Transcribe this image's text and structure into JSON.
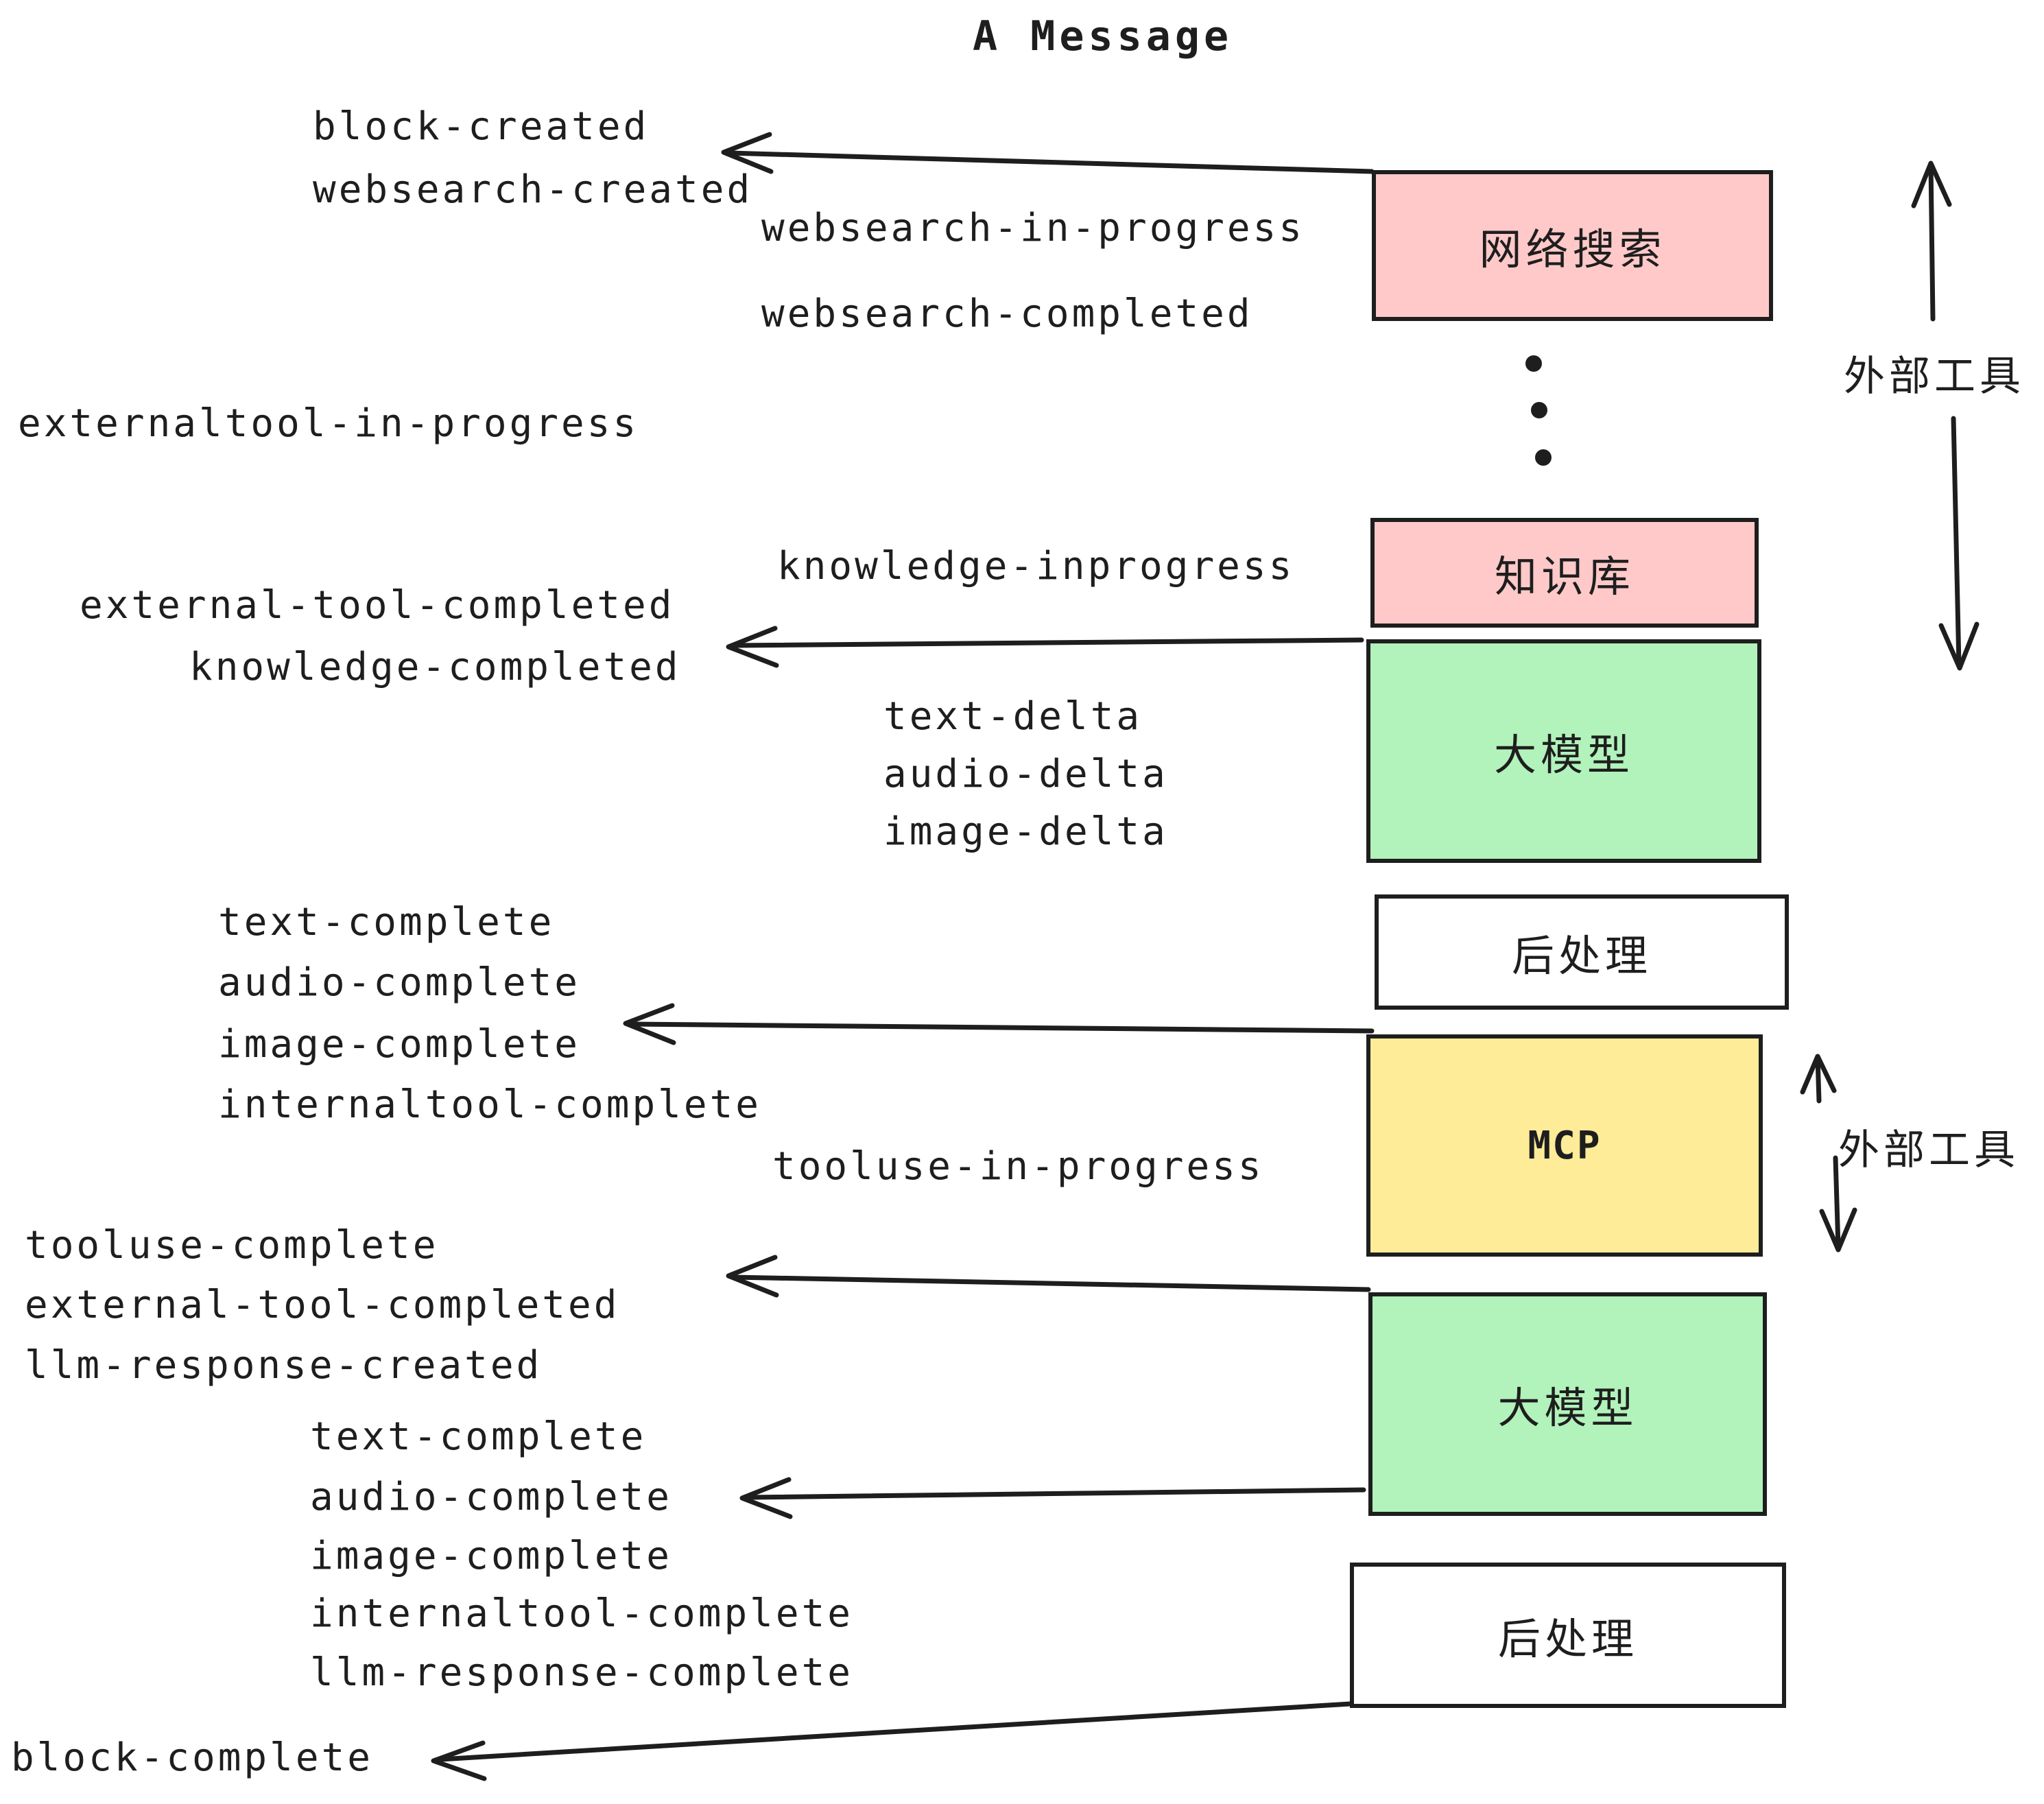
{
  "title": "A Message",
  "colors": {
    "ink": "#1e1e1e",
    "box_pink": "#ffc9c9",
    "box_green": "#b2f2bb",
    "box_yellow": "#ffec99",
    "box_white": "#ffffff"
  },
  "boxes": [
    {
      "id": "websearch",
      "label": "网络搜索",
      "color": "#ffc9c9"
    },
    {
      "id": "knowledge-base",
      "label": "知识库",
      "color": "#ffc9c9"
    },
    {
      "id": "llm-1",
      "label": "大模型",
      "color": "#b2f2bb"
    },
    {
      "id": "postprocess-1",
      "label": "后处理",
      "color": "#ffffff"
    },
    {
      "id": "mcp",
      "label": "MCP",
      "color": "#ffec99"
    },
    {
      "id": "llm-2",
      "label": "大模型",
      "color": "#b2f2bb"
    },
    {
      "id": "postprocess-2",
      "label": "后处理",
      "color": "#ffffff"
    }
  ],
  "side_labels": [
    {
      "text": "外部工具"
    },
    {
      "text": "外部工具"
    }
  ],
  "events": [
    {
      "id": "block-created",
      "text": "block-created"
    },
    {
      "id": "websearch-created",
      "text": "websearch-created"
    },
    {
      "id": "websearch-in-progress",
      "text": "websearch-in-progress"
    },
    {
      "id": "websearch-completed",
      "text": "websearch-completed"
    },
    {
      "id": "externaltool-in-progress",
      "text": "externaltool-in-progress"
    },
    {
      "id": "knowledge-inprogress",
      "text": "knowledge-inprogress"
    },
    {
      "id": "external-tool-completed-1",
      "text": "external-tool-completed"
    },
    {
      "id": "knowledge-completed",
      "text": "knowledge-completed"
    },
    {
      "id": "text-delta-1",
      "text": "text-delta"
    },
    {
      "id": "audio-delta-1",
      "text": "audio-delta"
    },
    {
      "id": "image-delta-1",
      "text": "image-delta"
    },
    {
      "id": "text-complete-1",
      "text": "text-complete"
    },
    {
      "id": "audio-complete-1",
      "text": "audio-complete"
    },
    {
      "id": "image-complete-1",
      "text": "image-complete"
    },
    {
      "id": "internaltool-complete-1",
      "text": "internaltool-complete"
    },
    {
      "id": "tooluse-in-progress",
      "text": "tooluse-in-progress"
    },
    {
      "id": "tooluse-complete",
      "text": "tooluse-complete"
    },
    {
      "id": "external-tool-completed-2",
      "text": "external-tool-completed"
    },
    {
      "id": "llm-response-created",
      "text": "llm-response-created"
    },
    {
      "id": "text-complete-2",
      "text": "text-complete"
    },
    {
      "id": "audio-complete-2",
      "text": "audio-complete"
    },
    {
      "id": "image-complete-2",
      "text": "image-complete"
    },
    {
      "id": "internaltool-complete-2",
      "text": "internaltool-complete"
    },
    {
      "id": "llm-response-complete",
      "text": "llm-response-complete"
    },
    {
      "id": "block-complete",
      "text": "block-complete"
    }
  ],
  "icons": {
    "vertical_ellipsis": "three-dots",
    "arrow_style": "hand-drawn black arrows, left-pointing into event labels, vertical double arrows beside external tools"
  }
}
